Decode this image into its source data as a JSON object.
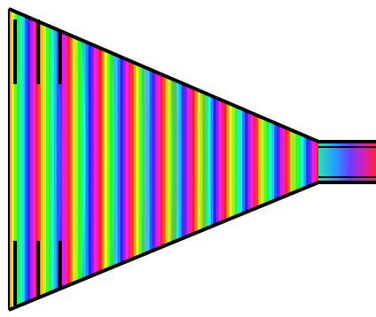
{
  "figure": {
    "description_visible_text": "",
    "color_scale": "hue-cycle",
    "colors": {
      "background": "#ffffff",
      "outline": "#000000"
    },
    "wave": {
      "cycles_across_taper": 10,
      "side_ripple_amplitude": 0.5
    },
    "structure": {
      "type": "tapered waveguide",
      "input_slits": 3,
      "output_port": "narrow channel"
    }
  }
}
